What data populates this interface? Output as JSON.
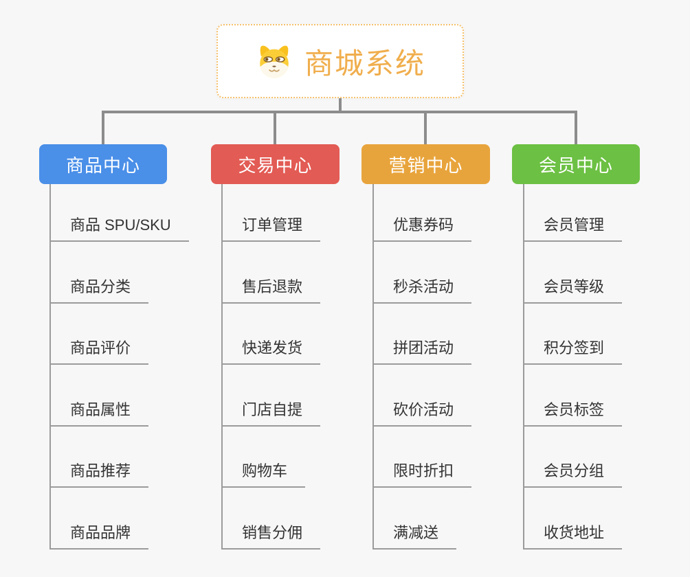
{
  "root": {
    "title": "商城系统",
    "icon": "dog-icon"
  },
  "branches": [
    {
      "label": "商品中心",
      "color": "#4a8fe8",
      "children": [
        "商品 SPU/SKU",
        "商品分类",
        "商品评价",
        "商品属性",
        "商品推荐",
        "商品品牌"
      ]
    },
    {
      "label": "交易中心",
      "color": "#e25b54",
      "children": [
        "订单管理",
        "售后退款",
        "快递发货",
        "门店自提",
        "购物车",
        "销售分佣"
      ]
    },
    {
      "label": "营销中心",
      "color": "#e8a43c",
      "children": [
        "优惠券码",
        "秒杀活动",
        "拼团活动",
        "砍价活动",
        "限时折扣",
        "满减送"
      ]
    },
    {
      "label": "会员中心",
      "color": "#6cc043",
      "children": [
        "会员管理",
        "会员等级",
        "积分签到",
        "会员标签",
        "会员分组",
        "收货地址"
      ]
    }
  ],
  "colors": {
    "page_bg": "#f7f7f7",
    "connector": "#8c8c8c",
    "leaf_line": "#9b9b9b",
    "leaf_text": "#333333",
    "root_text": "#f0ae4d",
    "root_border": "#f6c06a"
  }
}
